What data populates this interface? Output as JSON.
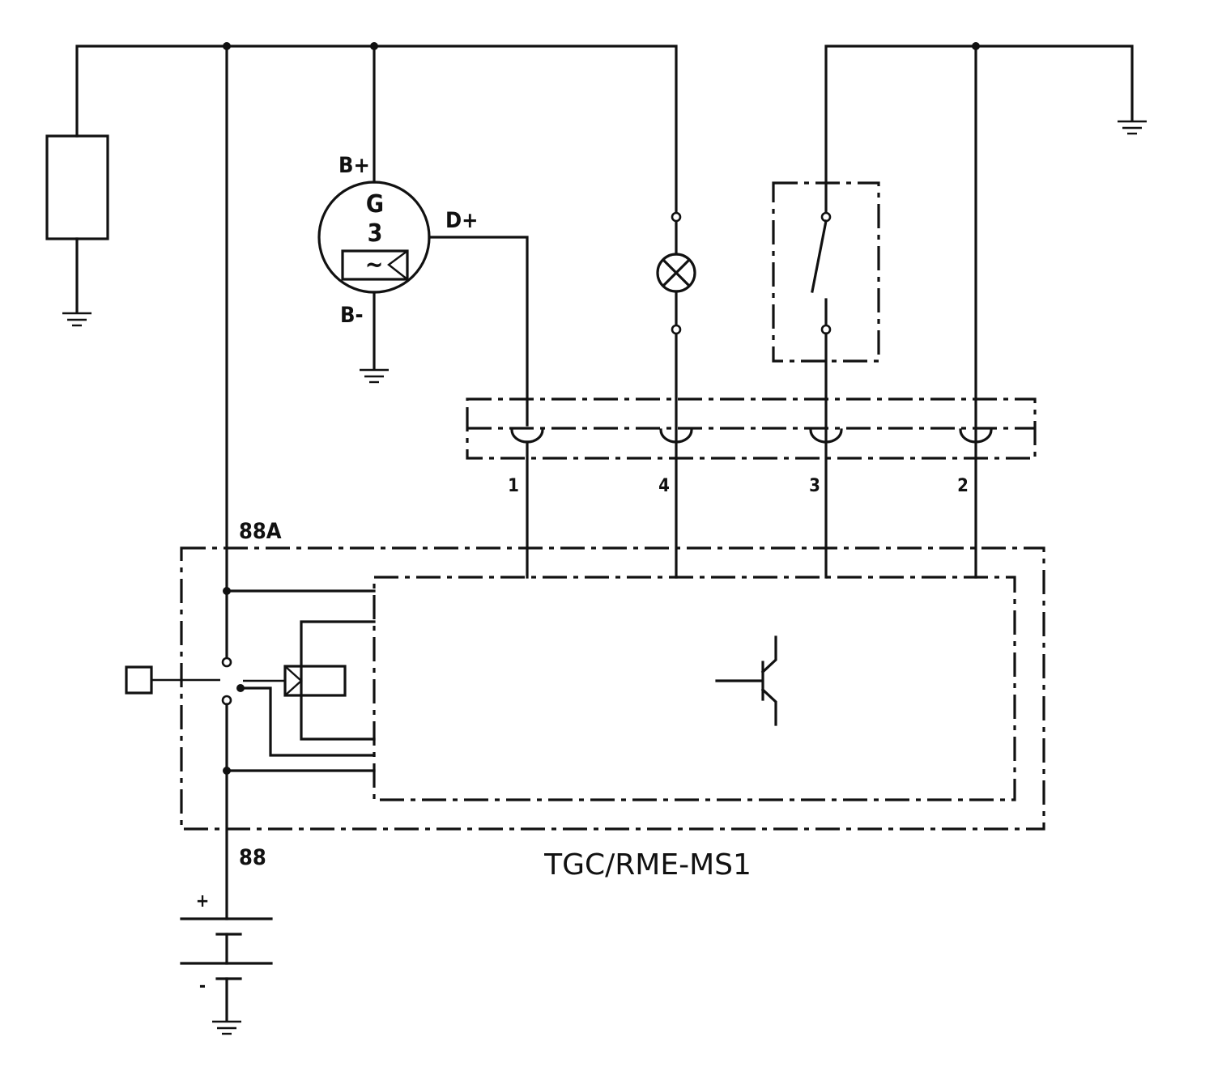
{
  "labels": {
    "generator_g": "G",
    "generator_3": "3",
    "generator_wave": "~",
    "b_plus": "B+",
    "b_minus": "B-",
    "d_plus": "D+",
    "pin_1": "1",
    "pin_4": "4",
    "pin_3": "3",
    "pin_2": "2",
    "terminal_88a": "88A",
    "terminal_88": "88",
    "battery_plus": "+",
    "battery_minus": "-",
    "module_name": "TGC/RME-MS1"
  }
}
